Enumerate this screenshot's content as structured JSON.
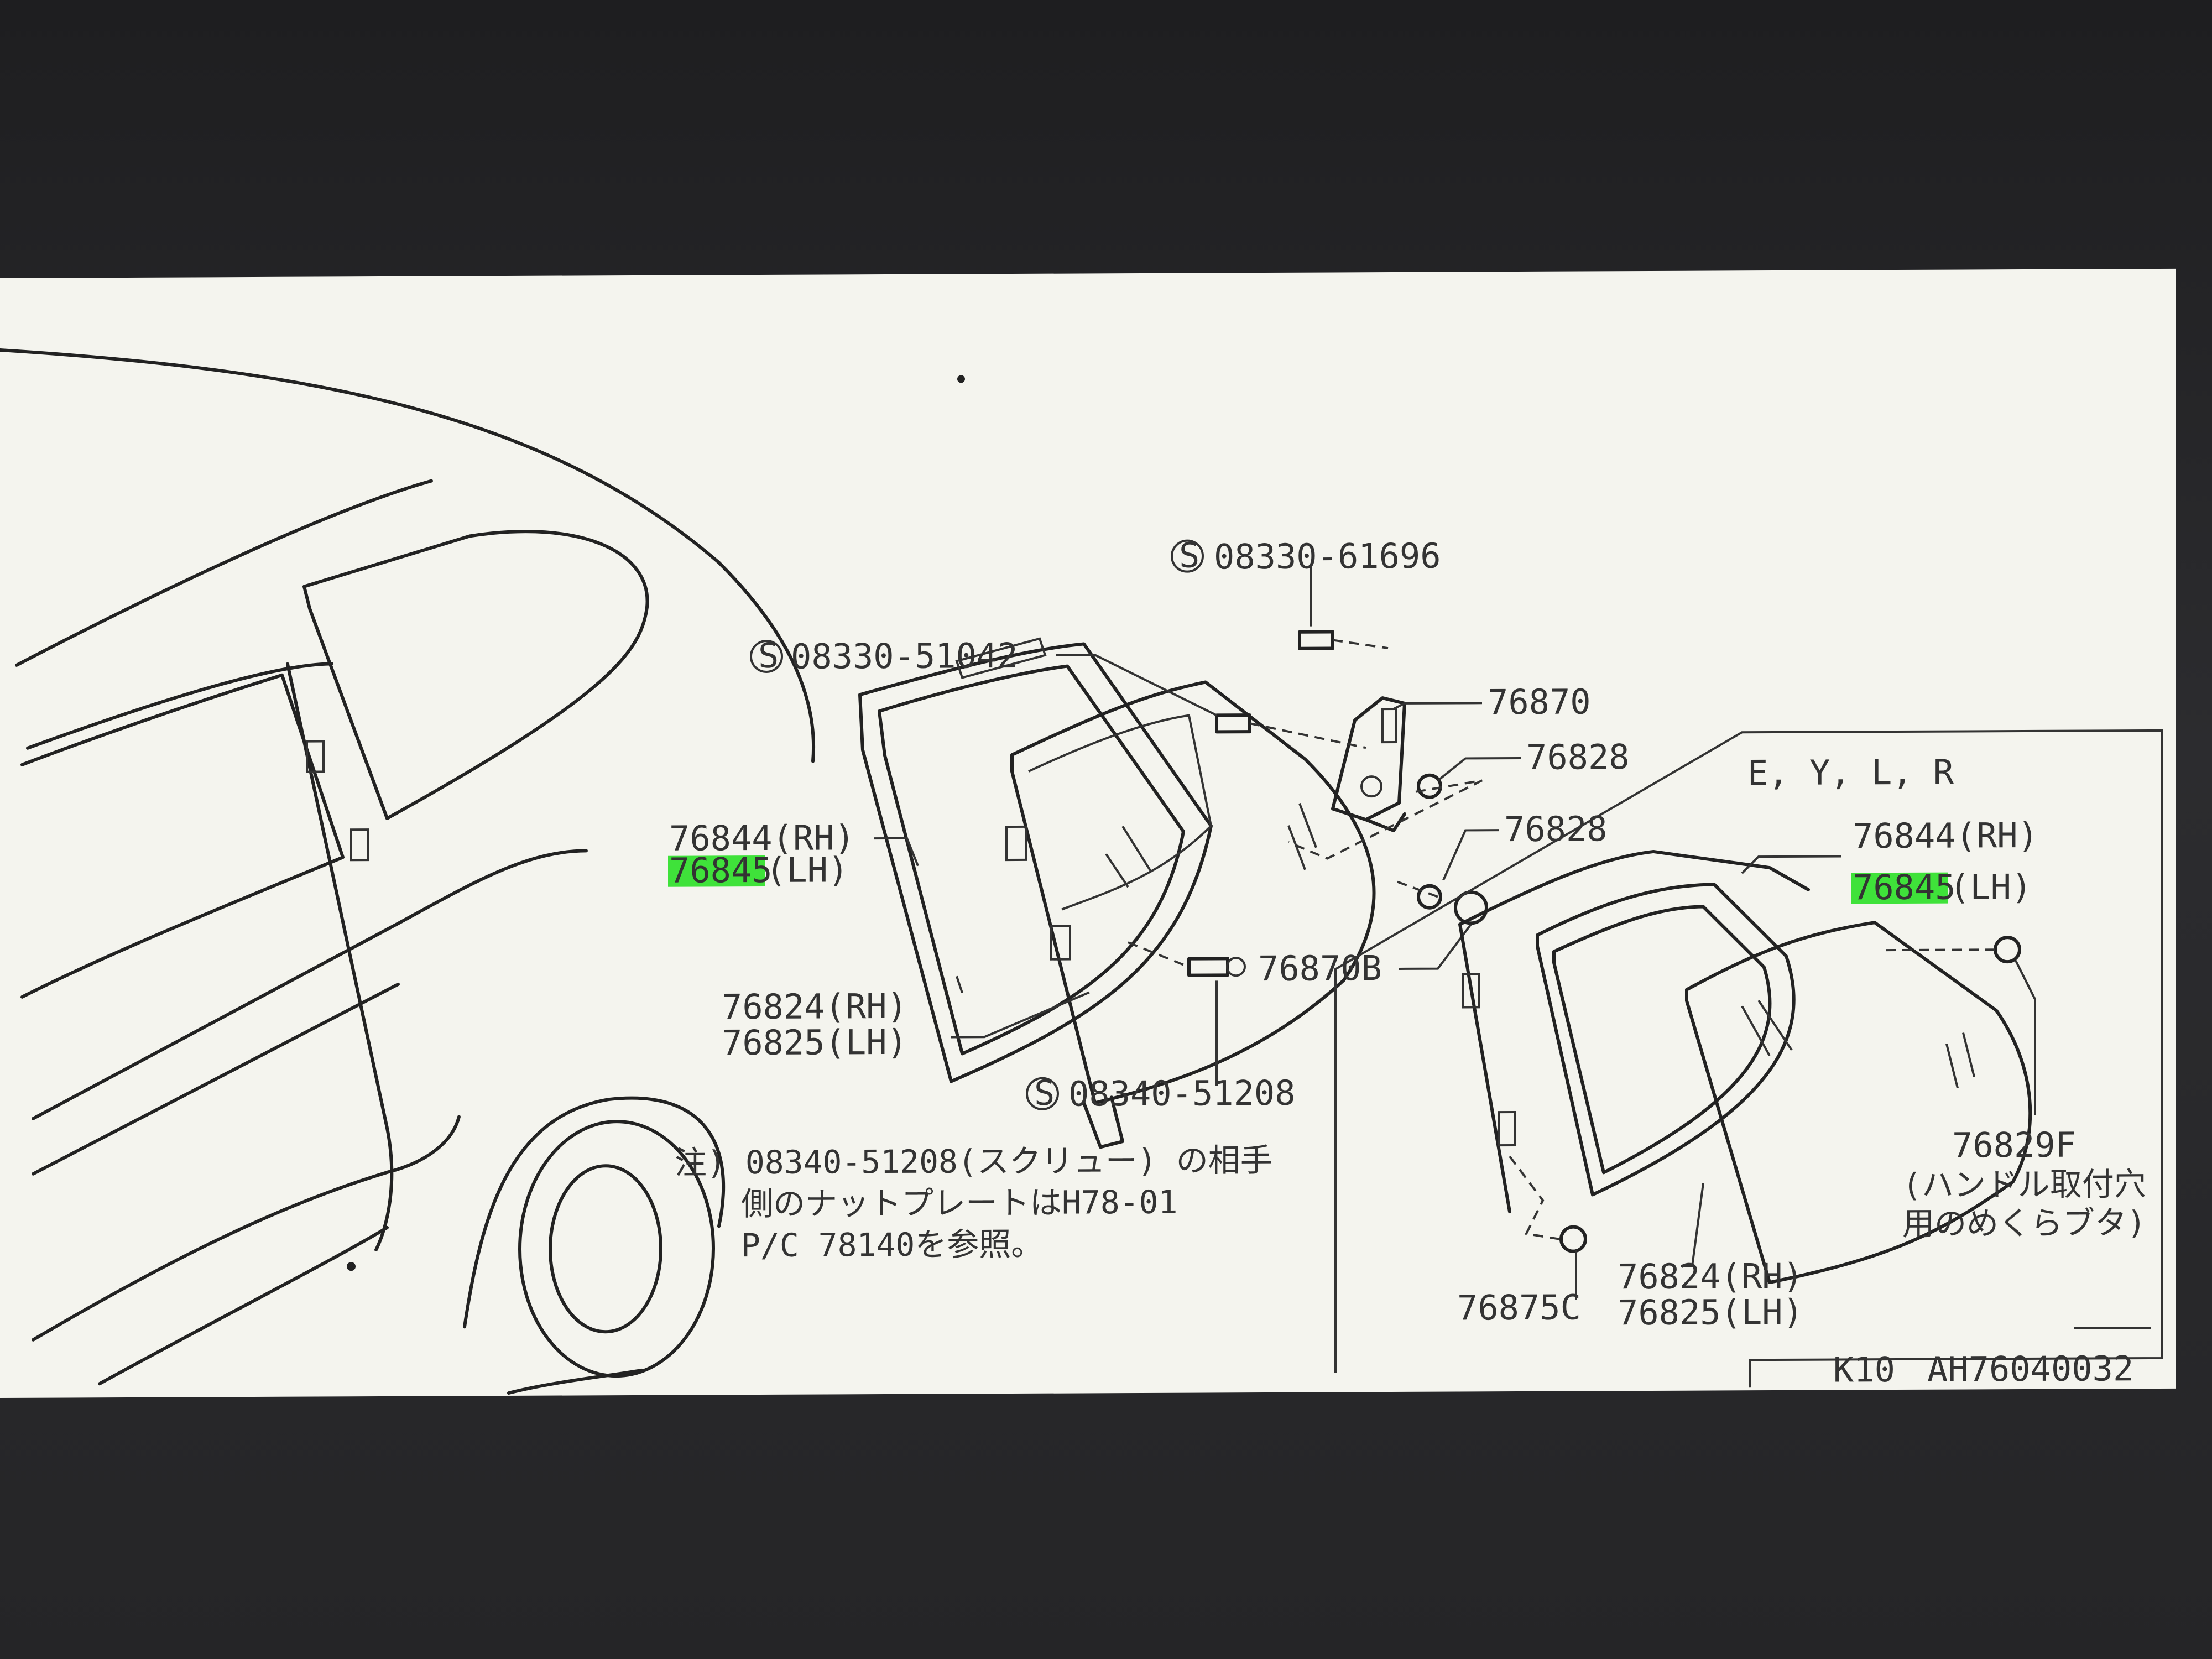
{
  "labels": {
    "top_screw": "08330-61696",
    "mid_screw": "08330-51042",
    "hinge": "76870",
    "grommet_upper": "76828",
    "grommet_lower": "76828",
    "cap": "76870B",
    "molding_rh": "76844(RH)",
    "molding_lh_highlight": "76845",
    "molding_lh_rest": "(LH)",
    "glass_rh": "76824(RH)",
    "glass_lh": "76825(LH)",
    "bottom_screw": "08340-51208",
    "s_mark": "S"
  },
  "note": {
    "line1": "注) 08340-51208(スクリュー) の相手",
    "line2": "側のナットプレートはH78-01",
    "line3": "P/C 78140を参照。"
  },
  "inset": {
    "variant": "E, Y, L, R",
    "molding_rh": "76844(RH)",
    "molding_lh_highlight": "76845",
    "molding_lh_rest": "(LH)",
    "cover_part": "76829F",
    "cover_desc1": "(ハンドル取付穴",
    "cover_desc2": "用のめくらブタ)",
    "clip": "76875C",
    "glass_rh": "76824(RH)",
    "glass_lh": "76825(LH)"
  },
  "footer": {
    "model": "K10",
    "ref": "AH76040032"
  },
  "colors": {
    "highlight": "#3fe23a",
    "paper": "#f4f4ee",
    "ink": "#222222"
  }
}
